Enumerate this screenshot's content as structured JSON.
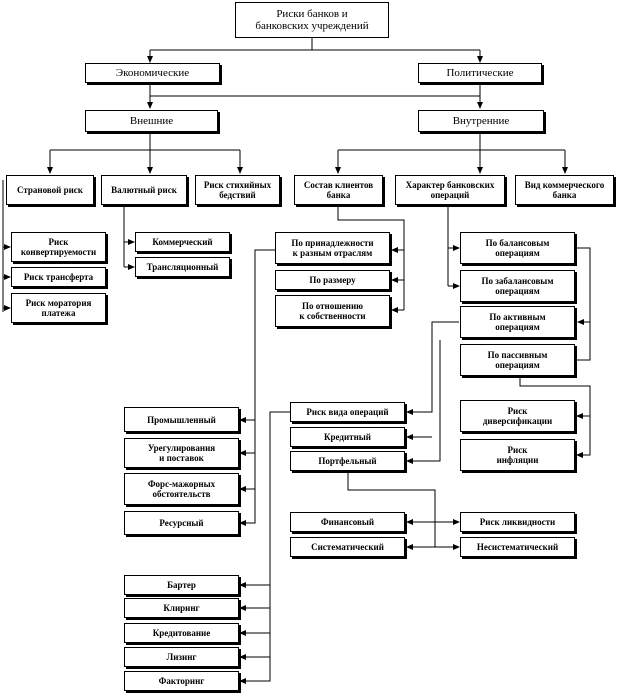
{
  "diagram": {
    "nodes": {
      "root": "Риски банков и\nбанковских учреждений",
      "economic": "Экономические",
      "political": "Политические",
      "external": "Внешние",
      "internal": "Внутренние",
      "country": "Страновой риск",
      "currency": "Валютный риск",
      "disaster": "Риск стихийных\nбедствий",
      "clients": "Состав клиентов\nбанка",
      "operations_type": "Характер банковских\nопераций",
      "bank_kind": "Вид коммерческого\nбанка",
      "convertible": "Риск\nконвертируемости",
      "transfer": "Риск трансферта",
      "moratorium": "Риск моратория\nплатежа",
      "commercial": "Коммерческий",
      "translation": "Трансляционный",
      "by_sector": "По принадлежности\nк разным отраслям",
      "by_size": "По размеру",
      "by_ownership": "По отношению\nк собственности",
      "balance": "По балансовым\nоперациям",
      "offbalance": "По забалансовым\nоперациям",
      "active": "По активным\nоперациям",
      "passive": "По пассивным\nоперациям",
      "industrial": "Промышленный",
      "supply": "Урегулирования\nи поставок",
      "force_majeure": "Форс-мажорных\nобстоятельств",
      "resource": "Ресурсный",
      "op_type_risk": "Риск вида операций",
      "credit": "Кредитный",
      "portfolio": "Портфельный",
      "diversification": "Риск\nдиверсификации",
      "inflation": "Риск\nинфляции",
      "financial": "Финансовый",
      "systematic": "Систематический",
      "liquidity": "Риск ликвидности",
      "nonsystematic": "Несистематический",
      "barter": "Бартер",
      "clearing": "Клиринг",
      "crediting": "Кредитование",
      "leasing": "Лизинг",
      "factoring": "Факторинг"
    }
  }
}
